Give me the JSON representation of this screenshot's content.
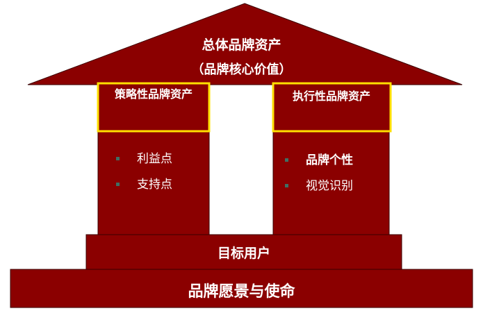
{
  "colors": {
    "fill": "#8b0000",
    "outline": "#3a0000",
    "highlight_border": "#ffe000",
    "text": "#ffffff",
    "bullet": "#3f6f64"
  },
  "roof": {
    "title": "总体品牌资产",
    "subtitle": "（品牌核心价值）"
  },
  "left_pillar": {
    "heading": "策略性品牌资产",
    "items": [
      "利益点",
      "支持点"
    ]
  },
  "right_pillar": {
    "heading": "执行性品牌资产",
    "items": [
      "品牌个性",
      "视觉识别"
    ]
  },
  "beam": {
    "label": "目标用户"
  },
  "base": {
    "label": "品牌愿景与使命"
  }
}
